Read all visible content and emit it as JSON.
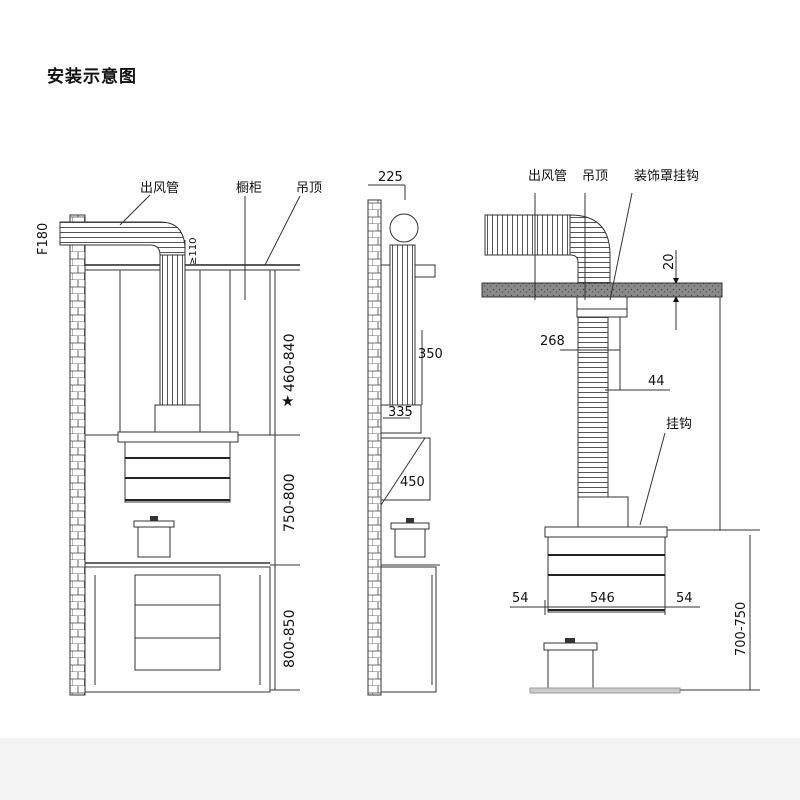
{
  "title": "安装示意图",
  "left_view": {
    "label_duct": "出风管",
    "label_cabinet": "橱柜",
    "label_ceiling": "吊顶",
    "dim_f180": "F180",
    "dim_110": "≥110",
    "dim_460_840": "460-840",
    "dim_750_800": "750-800",
    "dim_800_850": "800-850",
    "star": "★"
  },
  "middle_view": {
    "dim_225": "225",
    "dim_350": "350",
    "dim_335": "335",
    "dim_450": "450"
  },
  "right_view": {
    "label_duct": "出风管",
    "label_ceiling": "吊顶",
    "label_cover_hook": "装饰罩挂钩",
    "label_hook": "挂钩",
    "dim_20": "20",
    "dim_268": "268",
    "dim_44": "44",
    "dim_54_left": "54",
    "dim_546": "546",
    "dim_54_right": "54",
    "dim_700_750": "700-750"
  }
}
